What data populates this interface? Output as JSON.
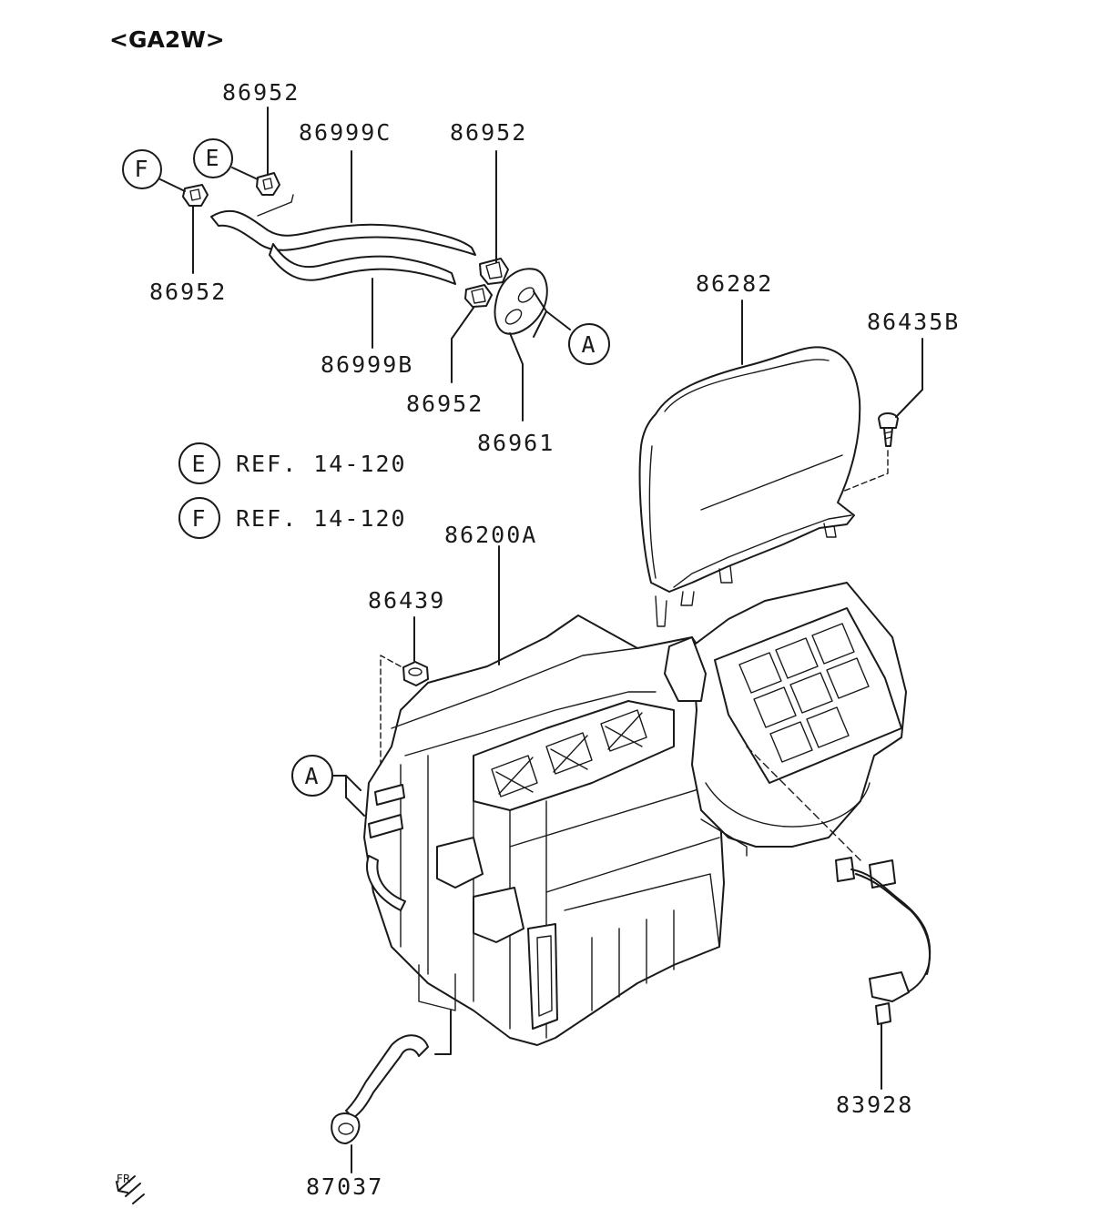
{
  "title": "<GA2W>",
  "parts": {
    "p86952_a": "86952",
    "p86999c": "86999C",
    "p86952_b": "86952",
    "p86952_c": "86952",
    "p86999b": "86999B",
    "p86952_d": "86952",
    "p86961": "86961",
    "p86282": "86282",
    "p86435b": "86435B",
    "p86200a": "86200A",
    "p86439": "86439",
    "p83928": "83928",
    "p87037": "87037"
  },
  "callouts": {
    "e": "E",
    "f": "F",
    "a_top": "A",
    "a_left": "A"
  },
  "references": [
    {
      "letter": "E",
      "text": "REF. 14-120"
    },
    {
      "letter": "F",
      "text": "REF. 14-120"
    }
  ],
  "direction_mark": "FR"
}
